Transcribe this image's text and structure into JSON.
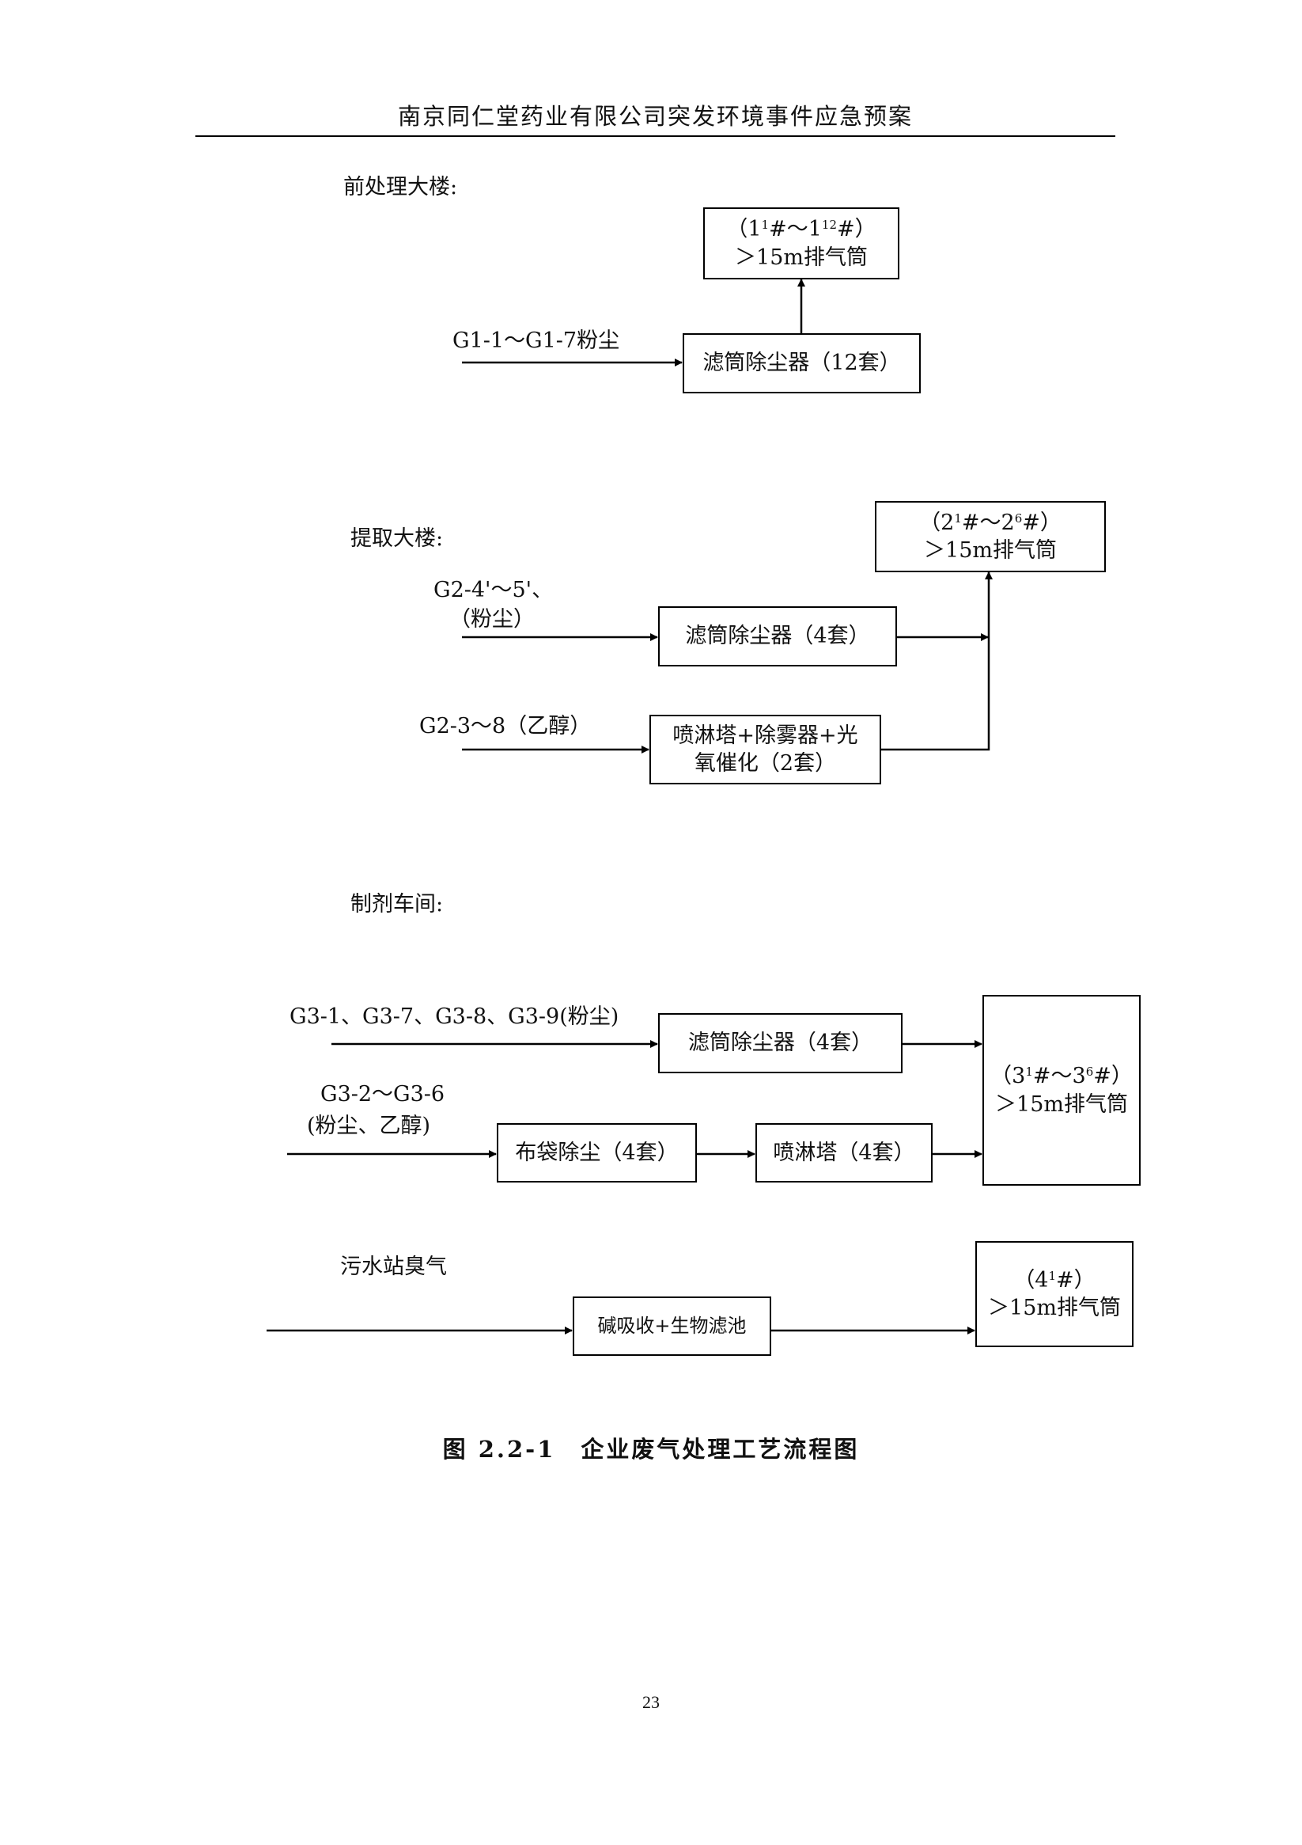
{
  "header": {
    "title": "南京同仁堂药业有限公司突发环境事件应急预案"
  },
  "sections": {
    "pretreatment": {
      "title": "前处理大楼:",
      "input_label": "G1-1～G1-7粉尘",
      "treatment": "滤筒除尘器（12套）",
      "stack": {
        "id_prefix": "（1",
        "sup1": "1",
        "mid": "#～1",
        "sup2": "12",
        "id_suffix": "#）",
        "desc": "＞15m排气筒"
      }
    },
    "extraction": {
      "title": "提取大楼:",
      "input1_label_line1": "G2-4'～5'、",
      "input1_label_line2": "（粉尘）",
      "treatment1": "滤筒除尘器（4套）",
      "input2_label": "G2-3～8（乙醇）",
      "treatment2_line1": "喷淋塔+除雾器+光",
      "treatment2_line2": "氧催化（2套）",
      "stack": {
        "id_prefix": "（2",
        "sup1": "1",
        "mid": "#～2",
        "sup2": "6",
        "id_suffix": "#）",
        "desc": "＞15m排气筒"
      }
    },
    "preparation": {
      "title": "制剂车间:",
      "input1_label": "G3-1、G3-7、G3-8、G3-9(粉尘)",
      "treatment1": "滤筒除尘器（4套）",
      "input2_label_line1": "G3-2～G3-6",
      "input2_label_line2": "(粉尘、乙醇)",
      "treatment2a": "布袋除尘（4套）",
      "treatment2b": "喷淋塔（4套）",
      "stack": {
        "id_prefix": "（3",
        "sup1": "1",
        "mid": "#～3",
        "sup2": "6",
        "id_suffix": "#）",
        "desc": "＞15m排气筒"
      }
    },
    "wastewater": {
      "input_label": "污水站臭气",
      "treatment": "碱吸收+生物滤池",
      "stack": {
        "id_prefix": "（4",
        "sup1": "1",
        "id_suffix": "#）",
        "desc": "＞15m排气筒"
      }
    }
  },
  "caption": "图 2.2-1　企业废气处理工艺流程图",
  "page_number": "23"
}
